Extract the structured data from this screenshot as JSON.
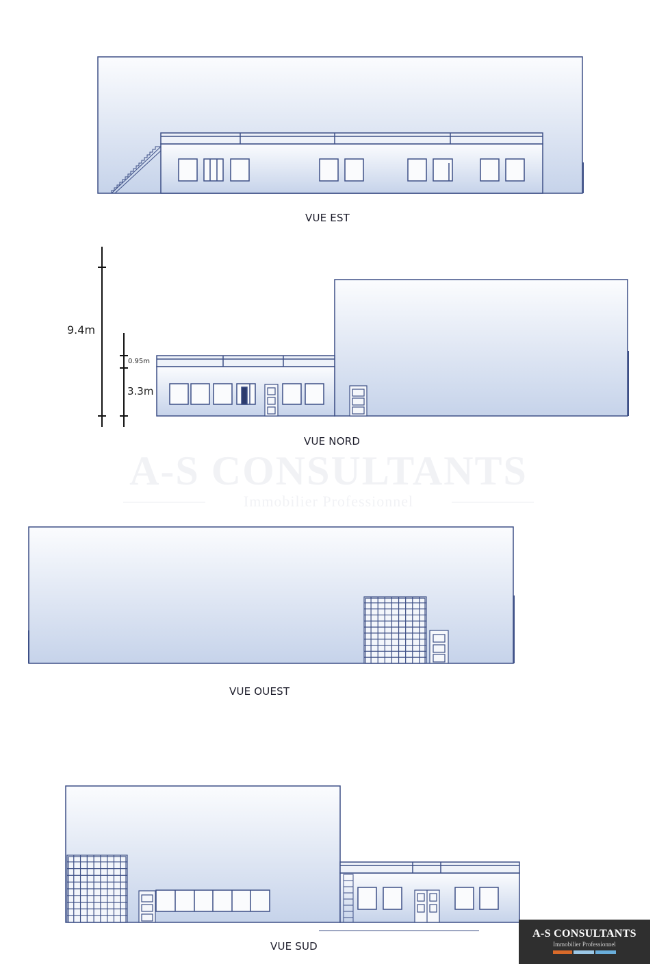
{
  "views": {
    "est": "VUE EST",
    "nord": "VUE NORD",
    "ouest": "VUE OUEST",
    "sud": "VUE SUD"
  },
  "dimensions": {
    "total_height": "9.4m",
    "parapet": "0.95m",
    "office_height": "3.3m"
  },
  "watermark": {
    "name": "A-S CONSULTANTS",
    "tagline": "Immobilier Professionnel"
  },
  "logo": {
    "name": "A-S CONSULTANTS",
    "tagline": "Immobilier Professionnel"
  },
  "colors": {
    "line": "#3d4f86",
    "fill_top": "#fbfcfe",
    "fill_bottom": "#c6d3ea",
    "logo_bg": "#2f2f2f",
    "logo_orange": "#d86a2a",
    "logo_blue": "#6aaedb"
  }
}
